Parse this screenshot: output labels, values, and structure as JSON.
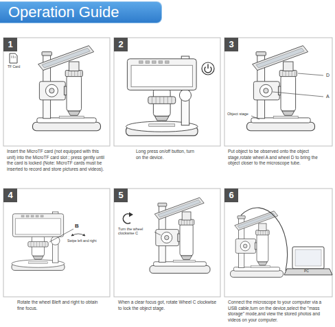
{
  "diagram": {
    "title": "Operation Guide",
    "nodes": [
      {
        "text": [
          "Insert the MicroTF card (not equipped with this unit) into the MicroTF card slot ; press gently until the card is locked (Note: MicroTF cards must be inserted to record and store pictures and videos)."
        ]
      },
      {
        "text": [
          "1"
        ],
        "in": 0
      },
      {
        "text": [
          "Long press on/off button, turn on the device."
        ]
      },
      {
        "text": [
          "2"
        ],
        "in": 2
      },
      {
        "text": [
          "Put object to be observed onto the object stage,rotate wheel A and wheel D to bring the object closer to the microscope tube."
        ]
      },
      {
        "text": [
          "3"
        ],
        "in": 4
      },
      {
        "text": [
          "Rotate the wheel Bleft and right to obtain fine focus."
        ]
      },
      {
        "text": [
          "4"
        ],
        "in": 6
      },
      {
        "text": [
          "When a clear focus got, rotate Wheel C clockwise to lock the object stage."
        ]
      },
      {
        "text": [
          "5"
        ],
        "in": 8
      },
      {
        "text": [
          "Connect the microscope to your computer via a USB cable,turn on the device,select the \"mass storage\" mode,and view the stored photos and videos on your computer."
        ]
      },
      {
        "text": [
          "6"
        ],
        "in": 10
      }
    ],
    "labels": [
      "TF Card",
      "Object stage",
      "D",
      "A",
      "B",
      "Swipe left and right",
      "Turn the wheel clockwise C",
      "PC"
    ]
  }
}
